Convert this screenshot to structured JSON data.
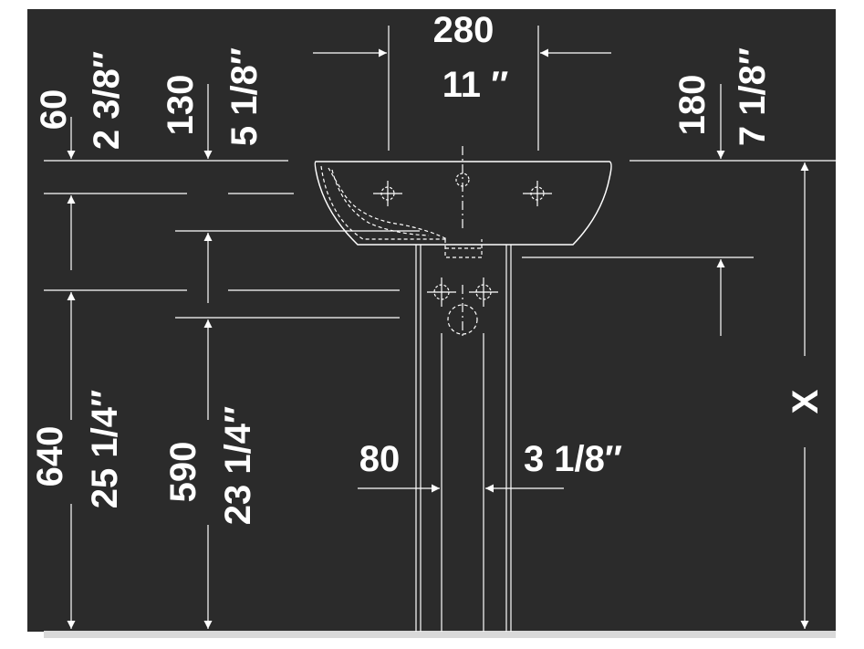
{
  "dimensions": {
    "top_width_mm": "280",
    "top_width_in": "11 ″",
    "left_60_mm": "60",
    "left_60_in": "2 3/8″",
    "left_130_mm": "130",
    "left_130_in": "5 1/8″",
    "right_180_mm": "180",
    "right_180_in": "7 1/8″",
    "height_640_mm": "640",
    "height_640_in": "25 1/4″",
    "height_590_mm": "590",
    "height_590_in": "23 1/4″",
    "pedestal_80_mm": "80",
    "pedestal_80_in": "3 1/8″",
    "variable_x": "X"
  },
  "colors": {
    "background": "#2b2b2b",
    "line": "#ffffff",
    "floor": "#d9d9d9"
  }
}
